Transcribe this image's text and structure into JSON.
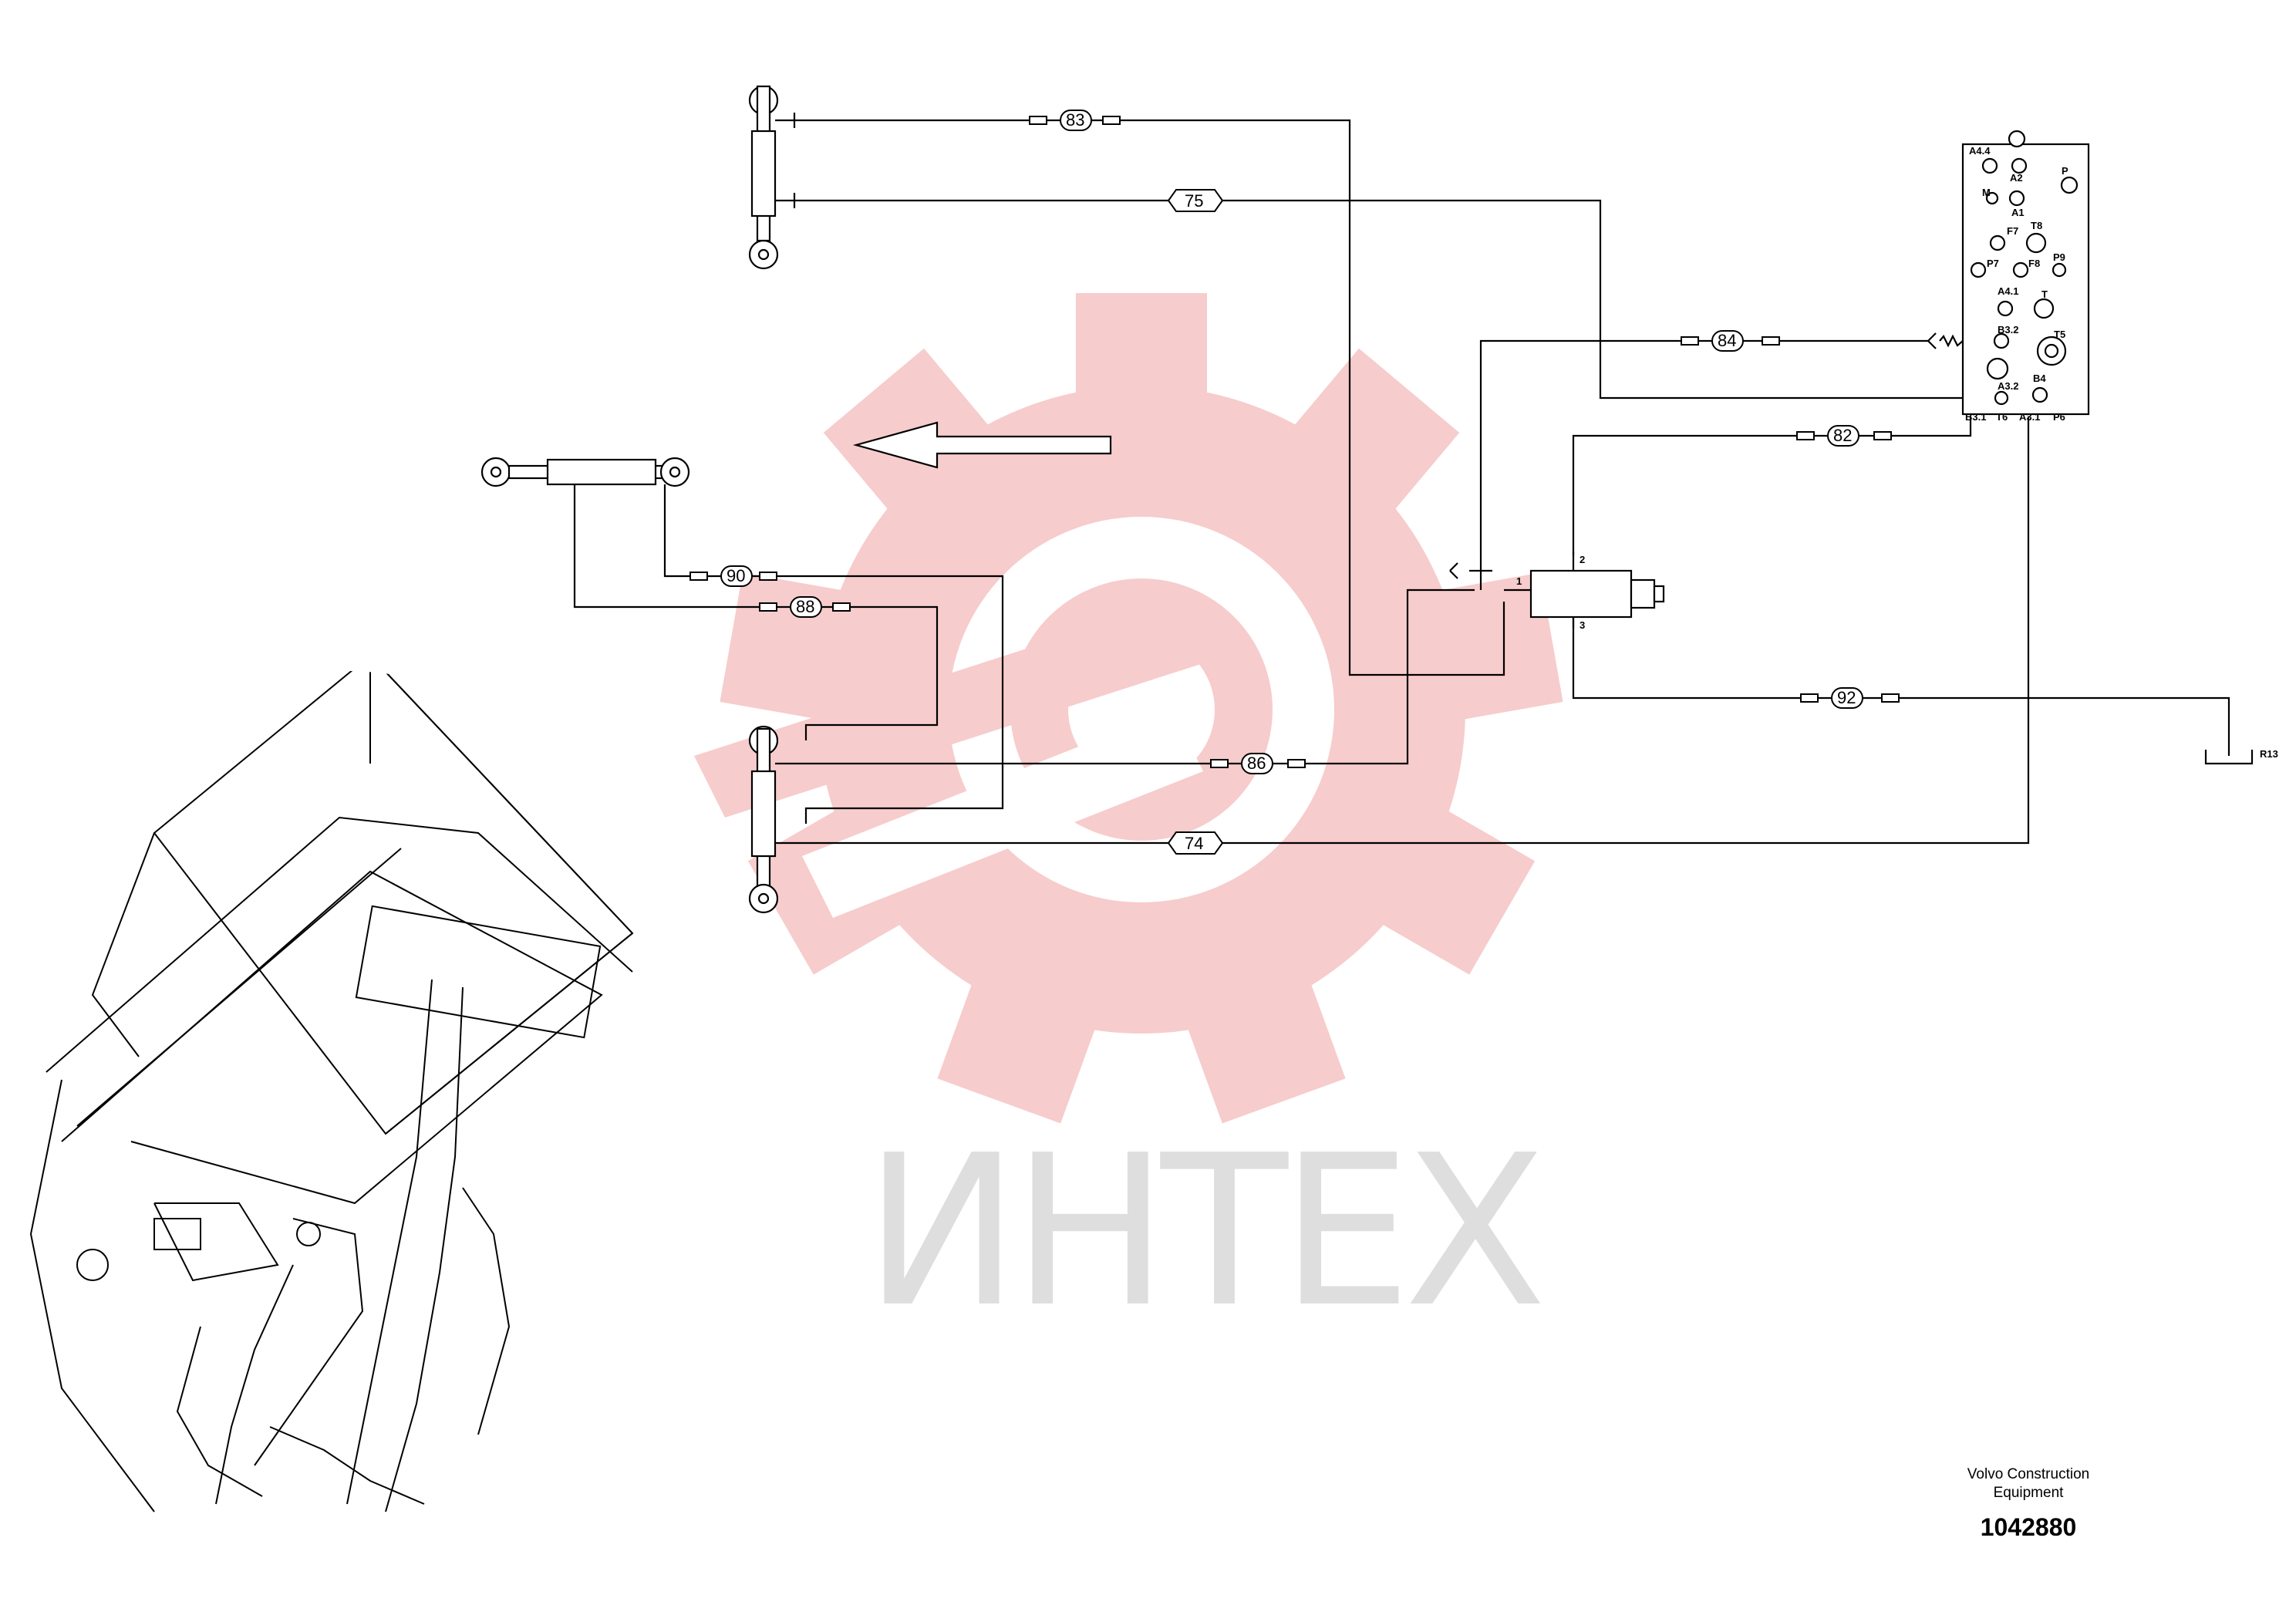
{
  "watermark": {
    "text": "ИНТЕХ",
    "gear_color": "#f7c9c9",
    "text_color": "#dcdcdc"
  },
  "hoses": {
    "h83": "83",
    "h75": "75",
    "h84": "84",
    "h82": "82",
    "h90": "90",
    "h88": "88",
    "h86": "86",
    "h92": "92",
    "h74": "74"
  },
  "valve_ports": {
    "a44": "A4.4",
    "a2": "A2",
    "p": "P",
    "m": "M",
    "a1": "A1",
    "t8": "T8",
    "p7": "P7",
    "f7": "F7",
    "f8": "F8",
    "p9": "P9",
    "a41": "A4.1",
    "t": "T",
    "b32": "B3.2",
    "t5": "T5",
    "b4": "B4",
    "a32": "A3.2",
    "b31": "B3.1",
    "t6": "T6",
    "a31": "A3.1",
    "p6": "P6"
  },
  "block_ports": {
    "p1": "1",
    "p2": "2",
    "p3": "3"
  },
  "tank_label": "R13",
  "footer": {
    "maker_line1": "Volvo Construction",
    "maker_line2": "Equipment",
    "part_number": "1042880"
  },
  "colors": {
    "line": "#000000",
    "background": "#ffffff"
  }
}
